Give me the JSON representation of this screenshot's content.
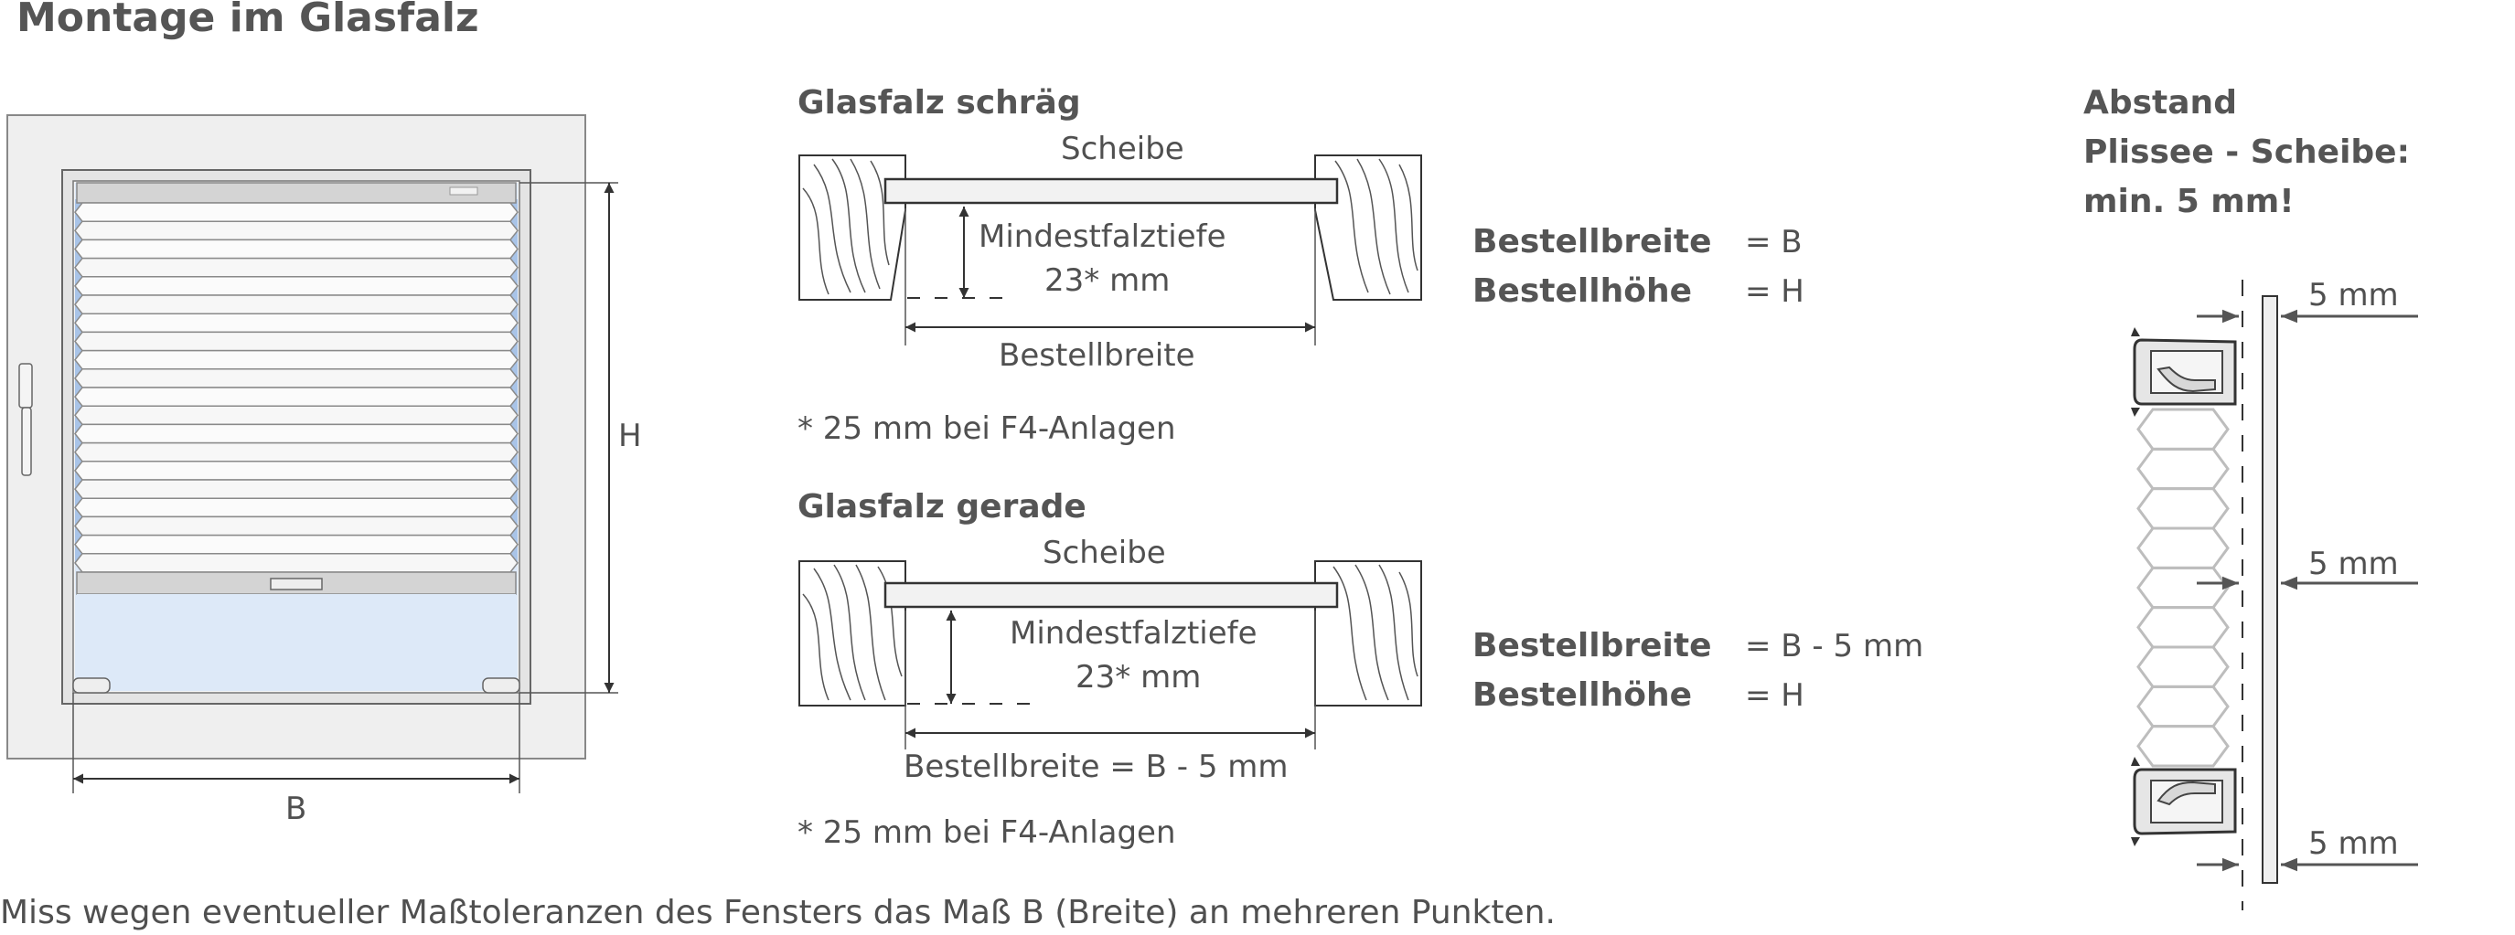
{
  "title": "Montage im Glasfalz",
  "window": {
    "dim_height": "H",
    "dim_width": "B"
  },
  "section_schraeg": {
    "heading": "Glasfalz schräg",
    "pane_label": "Scheibe",
    "depth_label_line1": "Mindestfalztiefe",
    "depth_label_line2": "23* mm",
    "width_label": "Bestellbreite",
    "footnote": "* 25 mm bei F4-Anlagen",
    "order_width_label": "Bestellbreite",
    "order_width_value": "= B",
    "order_height_label": "Bestellhöhe",
    "order_height_value": "= H"
  },
  "section_gerade": {
    "heading": "Glasfalz gerade",
    "pane_label": "Scheibe",
    "depth_label_line1": "Mindestfalztiefe",
    "depth_label_line2": "23* mm",
    "width_label": "Bestellbreite = B - 5 mm",
    "footnote": "* 25 mm bei F4-Anlagen",
    "order_width_label": "Bestellbreite",
    "order_width_value": "= B - 5 mm",
    "order_height_label": "Bestellhöhe",
    "order_height_value": "= H"
  },
  "distance": {
    "line1": "Abstand",
    "line2": "Plissee - Scheibe:",
    "line3": "min. 5 mm!",
    "top_label": "5 mm",
    "mid_label": "5 mm",
    "bottom_label": "5 mm"
  },
  "footer_note": "Miss wegen eventueller Maßtoleranzen des Fensters das Maß B (Breite) an mehreren Punkten.",
  "colors": {
    "frame_fill": "#efefef",
    "glass_fill": "#dde9f8",
    "glass_edge": "#a9c4e8",
    "text": "#505050"
  }
}
